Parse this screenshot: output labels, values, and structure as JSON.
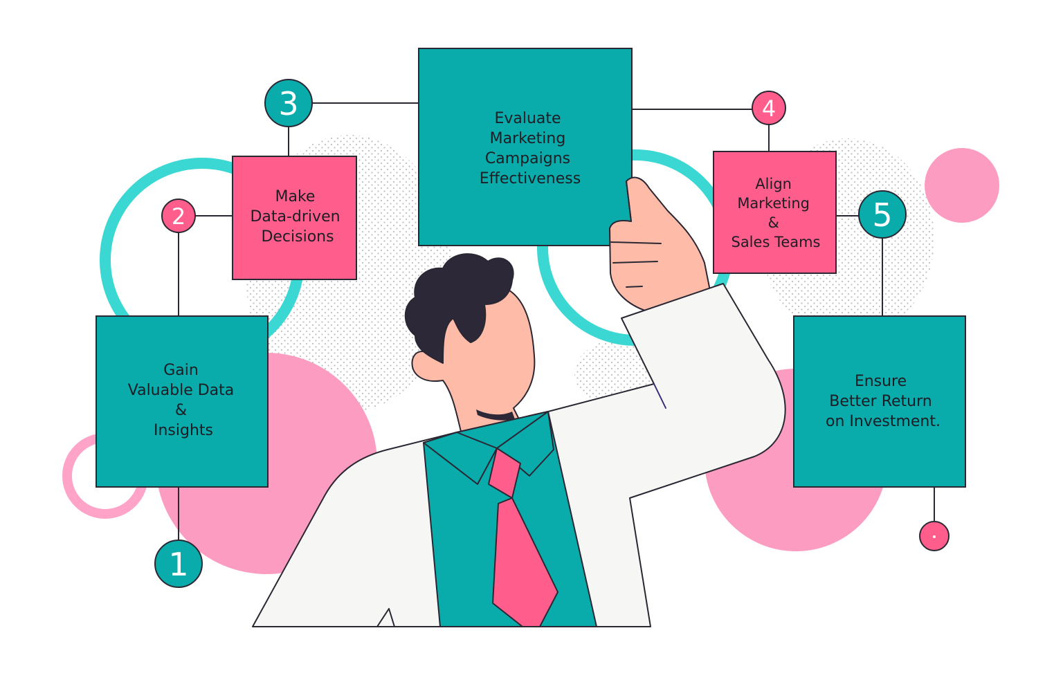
{
  "colors": {
    "teal": "#09ABAB",
    "pink": "#FF5E8D",
    "light_pink": "#FD9CC1",
    "ring_teal": "#3BD8D3",
    "ring_pink": "#FFA3C8",
    "outline": "#2A2733",
    "skin": "#FDBBA8",
    "hair": "#2C2837",
    "shirt": "#F6F6F4"
  },
  "steps": [
    {
      "number": "1",
      "lines": [
        "Gain",
        "Valuable Data",
        "&",
        "Insights"
      ]
    },
    {
      "number": "2",
      "lines": [
        "Make",
        "Data-driven",
        "Decisions"
      ]
    },
    {
      "number": "3",
      "lines": [
        "Evaluate",
        "Marketing",
        "Campaigns",
        "Effectiveness"
      ]
    },
    {
      "number": "4",
      "lines": [
        "Align",
        "Marketing",
        "&",
        "Sales Teams"
      ]
    },
    {
      "number": "5",
      "lines": [
        "Ensure",
        "Better Return",
        "on Investment."
      ]
    }
  ]
}
